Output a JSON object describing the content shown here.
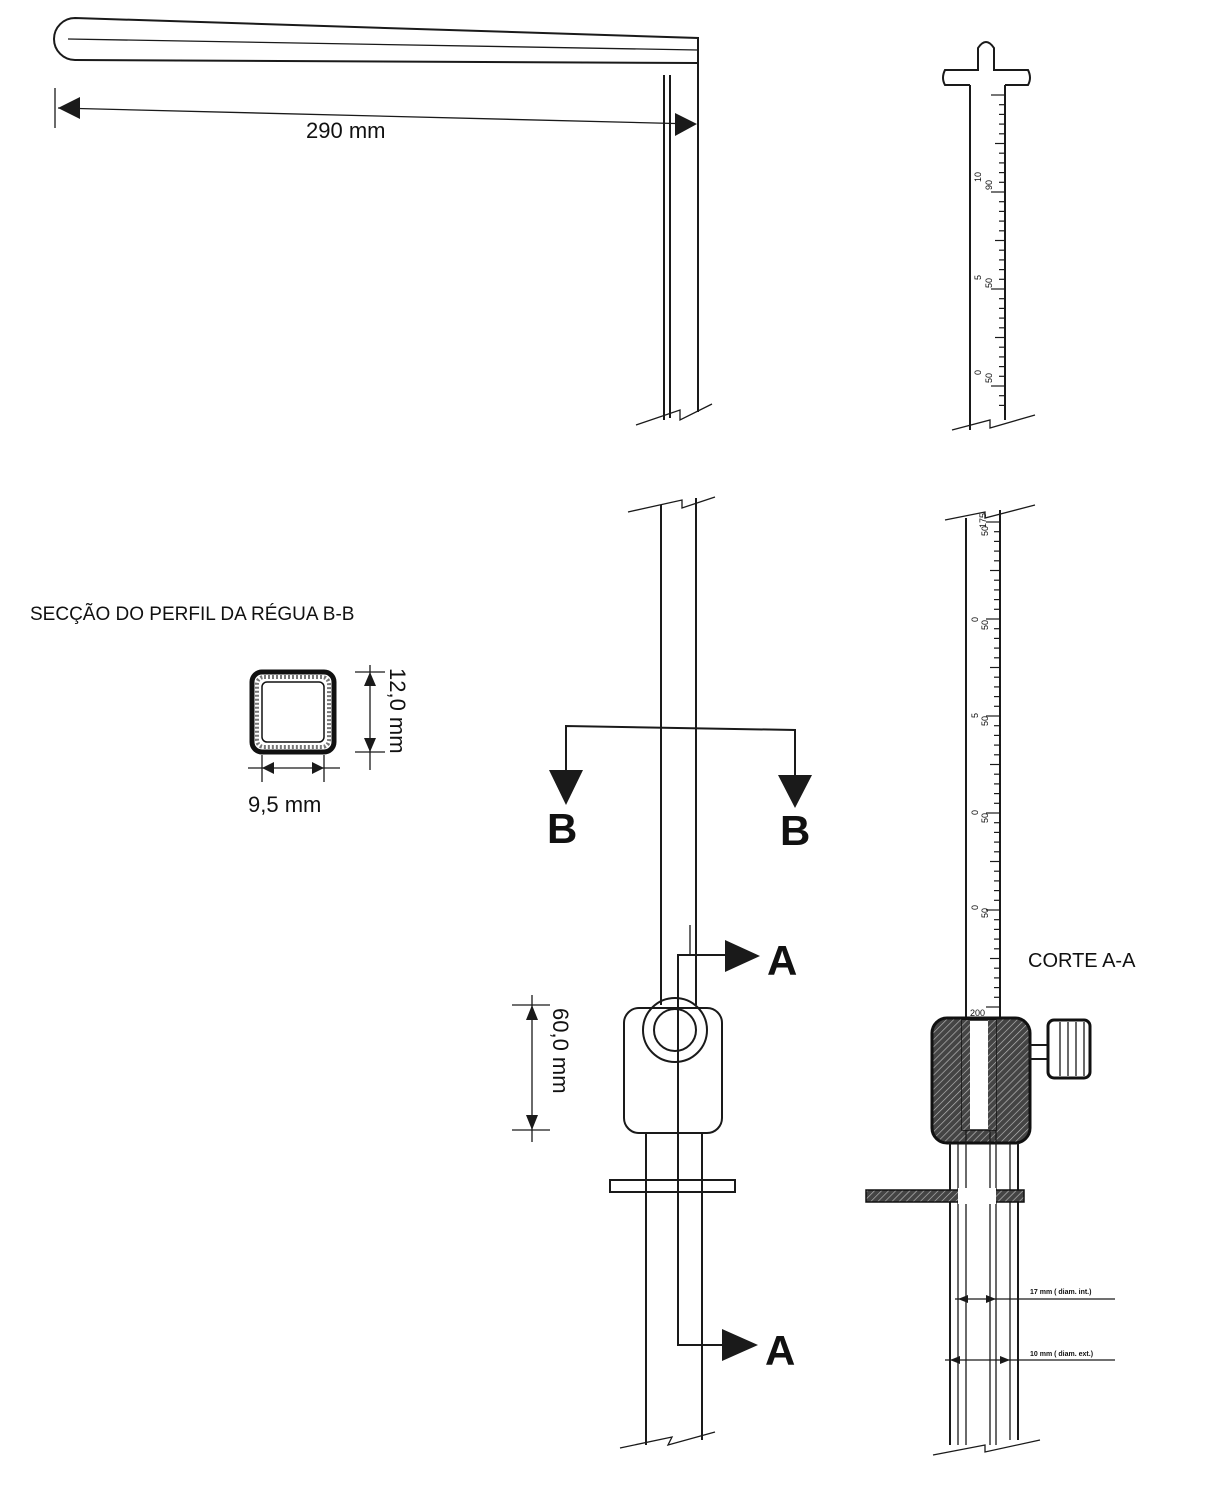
{
  "dimensions": {
    "arm_length": "290 mm",
    "profile_height": "12,0 mm",
    "profile_width": "9,5 mm",
    "block_height": "60,0 mm",
    "inner_diameter": "17 mm ( diam. int.)",
    "outer_diameter": "10 mm ( diam. ext.)"
  },
  "labels": {
    "section_b_title": "SECÇÃO DO PERFIL DA RÉGUA B-B",
    "section_a_title": "CORTE A-A",
    "cut_b_left": "B",
    "cut_b_right": "B",
    "cut_a_top": "A",
    "cut_a_bottom": "A"
  },
  "scale_top": [
    "10",
    "90",
    "5",
    "50",
    "0",
    "50"
  ],
  "scale_bottom": [
    "175",
    "50",
    "0",
    "50",
    "5",
    "50",
    "0",
    "50",
    "0",
    "50",
    "200"
  ]
}
